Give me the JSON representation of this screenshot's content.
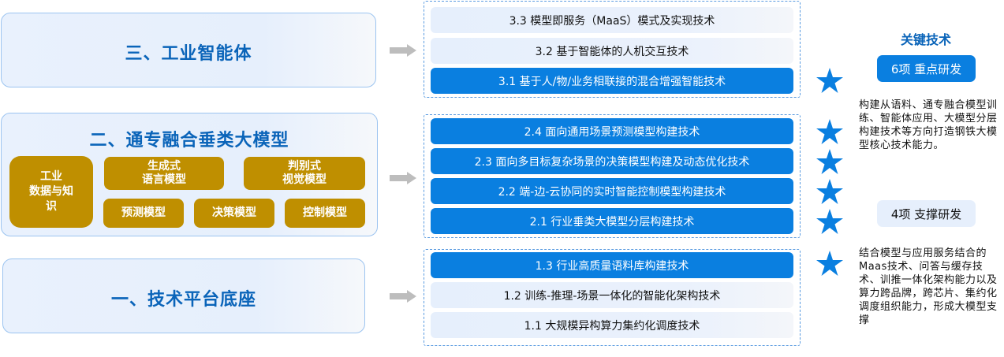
{
  "levels": [
    {
      "title": "三、工业智能体"
    },
    {
      "title": "二、通专融合垂类大模型",
      "knowledge_block": "工业\n数据与知\n识",
      "models": {
        "generative": "生成式\n语言模型",
        "discriminative": "判别式\n视觉模型",
        "predict": "预测模型",
        "decision": "决策模型",
        "control": "控制模型"
      }
    },
    {
      "title": "一、技术平台底座"
    }
  ],
  "tech_groups": [
    {
      "items": [
        {
          "label": "3.3 模型即服务（MaaS）模式及实现技术",
          "highlighted": false,
          "starred": false
        },
        {
          "label": "3.2 基于智能体的人机交互技术",
          "highlighted": false,
          "starred": false
        },
        {
          "label": "3.1 基于人/物/业务相联接的混合增强智能技术",
          "highlighted": true,
          "starred": true
        }
      ]
    },
    {
      "items": [
        {
          "label": "2.4 面向通用场景预测模型构建技术",
          "highlighted": true,
          "starred": true
        },
        {
          "label": "2.3 面向多目标复杂场景的决策模型构建及动态优化技术",
          "highlighted": true,
          "starred": true
        },
        {
          "label": "2.2 端-边-云协同的实时智能控制模型构建技术",
          "highlighted": true,
          "starred": true
        },
        {
          "label": "2.1 行业垂类大模型分层构建技术",
          "highlighted": true,
          "starred": true
        }
      ]
    },
    {
      "items": [
        {
          "label": "1.3 行业高质量语料库构建技术",
          "highlighted": true,
          "starred": true
        },
        {
          "label": "1.2 训练-推理-场景一体化的智能化架构技术",
          "highlighted": false,
          "starred": false
        },
        {
          "label": "1.1 大规模异构算力集约化调度技术",
          "highlighted": false,
          "starred": false
        }
      ]
    }
  ],
  "key_tech": {
    "title": "关键技术",
    "primary_badge": "6项 重点研发",
    "primary_desc": "构建从语料、通专融合模型训练、智能体应用、大模型分层构建技术等方向打造钢铁大模型核心技术能力。",
    "secondary_badge": "4项 支撑研发",
    "secondary_desc": "结合模型与应用服务结合的Maas技术、问答与缓存技术、训推一体化架构能力以及算力跨品牌，跨芯片、集约化调度组织能力，形成大模型支撑"
  },
  "icons": {
    "arrow": "right-arrow-icon",
    "star": "star-icon"
  },
  "colors": {
    "title_blue": "#0a64b9",
    "highlight_blue": "#0a7fe0",
    "gold": "#bf8f00",
    "light_blue": "#e6effc",
    "star_blue": "#0a7fe0"
  }
}
